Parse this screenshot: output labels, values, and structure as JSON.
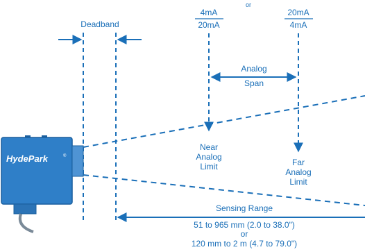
{
  "colors": {
    "line": "#1a6fb8",
    "sensor_body": "#2f7fc8",
    "sensor_edge": "#1a5f9e",
    "cable": "#7a8a98",
    "background": "#ffffff"
  },
  "top_fragment": "or",
  "deadband_label": "Deadband",
  "near_ratio": {
    "numerator": "4mA",
    "denominator": "20mA"
  },
  "far_ratio": {
    "numerator": "20mA",
    "denominator": "4mA"
  },
  "analog_span": {
    "line1": "Analog",
    "line2": "Span"
  },
  "near_limit": {
    "line1": "Near",
    "line2": "Analog",
    "line3": "Limit"
  },
  "far_limit": {
    "line1": "Far",
    "line2": "Analog",
    "line3": "Limit"
  },
  "sensor": {
    "brand": "HydePark",
    "trademark": "®"
  },
  "sensing_range": {
    "title": "Sensing Range",
    "range1": "51 to 965 mm (2.0 to 38.0\")",
    "or": "or",
    "range2": "120 mm to 2 m (4.7 to 79.0\")"
  },
  "icons": [
    "arrow-right-icon",
    "arrow-left-icon",
    "arrow-down-icon",
    "double-arrow-icon",
    "sensor-device-icon"
  ]
}
